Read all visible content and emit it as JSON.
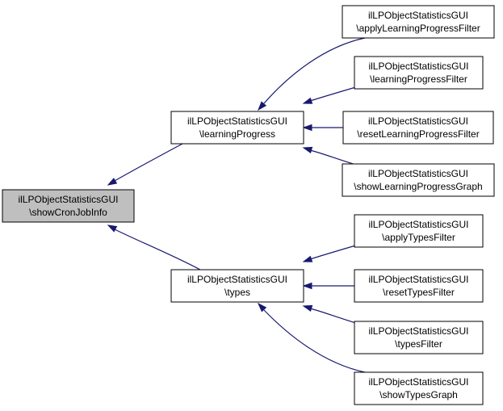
{
  "colors": {
    "edge": "#191970",
    "node_fill": "#ffffff",
    "root_fill": "#bfbfbf",
    "border": "#000000"
  },
  "nodes": [
    {
      "id": "root",
      "line1": "ilLPObjectStatisticsGUI",
      "line2": "\\showCronJobInfo",
      "highlight": true
    },
    {
      "id": "lp",
      "line1": "ilLPObjectStatisticsGUI",
      "line2": "\\learningProgress",
      "highlight": false
    },
    {
      "id": "types",
      "line1": "ilLPObjectStatisticsGUI",
      "line2": "\\types",
      "highlight": false
    },
    {
      "id": "applyLP",
      "line1": "ilLPObjectStatisticsGUI",
      "line2": "\\applyLearningProgressFilter",
      "highlight": false
    },
    {
      "id": "lpFilter",
      "line1": "ilLPObjectStatisticsGUI",
      "line2": "\\learningProgressFilter",
      "highlight": false
    },
    {
      "id": "resetLP",
      "line1": "ilLPObjectStatisticsGUI",
      "line2": "\\resetLearningProgressFilter",
      "highlight": false
    },
    {
      "id": "showLP",
      "line1": "ilLPObjectStatisticsGUI",
      "line2": "\\showLearningProgressGraph",
      "highlight": false
    },
    {
      "id": "applyT",
      "line1": "ilLPObjectStatisticsGUI",
      "line2": "\\applyTypesFilter",
      "highlight": false
    },
    {
      "id": "resetT",
      "line1": "ilLPObjectStatisticsGUI",
      "line2": "\\resetTypesFilter",
      "highlight": false
    },
    {
      "id": "tFilter",
      "line1": "ilLPObjectStatisticsGUI",
      "line2": "\\typesFilter",
      "highlight": false
    },
    {
      "id": "showT",
      "line1": "ilLPObjectStatisticsGUI",
      "line2": "\\showTypesGraph",
      "highlight": false
    }
  ],
  "edges": [
    {
      "from": "lp",
      "to": "root"
    },
    {
      "from": "types",
      "to": "root"
    },
    {
      "from": "applyLP",
      "to": "lp"
    },
    {
      "from": "lpFilter",
      "to": "lp"
    },
    {
      "from": "resetLP",
      "to": "lp"
    },
    {
      "from": "showLP",
      "to": "lp"
    },
    {
      "from": "applyT",
      "to": "types"
    },
    {
      "from": "resetT",
      "to": "types"
    },
    {
      "from": "tFilter",
      "to": "types"
    },
    {
      "from": "showT",
      "to": "types"
    }
  ]
}
